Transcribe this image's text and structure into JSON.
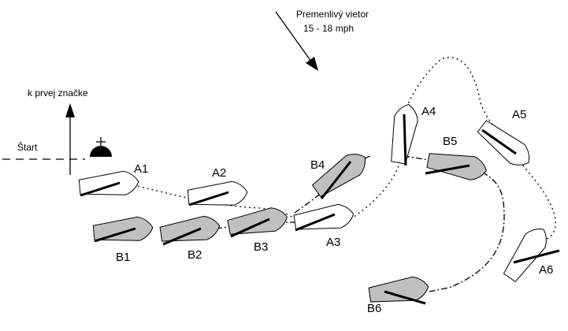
{
  "wind": {
    "label_line1": "Premenlivý vietor",
    "label_line2": "15 - 18 mph"
  },
  "mark_direction_label": "k prvej značke",
  "start_label": "Štart",
  "colors": {
    "boat_a_fill": "#ffffff",
    "boat_b_fill": "#c0c0c0",
    "stroke": "#000000"
  },
  "boats": {
    "A1": "A1",
    "A2": "A2",
    "A3": "A3",
    "A4": "A4",
    "A5": "A5",
    "A6": "A6",
    "B1": "B1",
    "B2": "B2",
    "B3": "B3",
    "B4": "B4",
    "B5": "B5",
    "B6": "B6"
  },
  "icons": {
    "committee_boat": "committee-boat-icon",
    "wind_arrow": "wind-arrow-icon",
    "mark_arrow": "up-arrow-icon"
  }
}
